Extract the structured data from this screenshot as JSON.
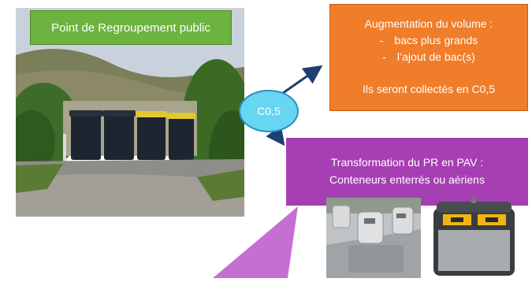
{
  "photo_label": "Point de Regroupement public",
  "hub_label": "C0,5",
  "option_volume": {
    "title": "Augmentation du volume :",
    "items": [
      "bacs plus grands",
      "l’ajout de bac(s)"
    ],
    "bullet": "-",
    "note": "Ils seront collectés en C0,5"
  },
  "option_pav": {
    "title": "Transformation du PR en PAV :",
    "subtitle": "Conteneurs enterrés ou aériens"
  },
  "colors": {
    "green": "#6db33f",
    "orange": "#f07d2a",
    "purple": "#a63fb3",
    "hub": "#66d6f2",
    "arrow": "#1f3f73"
  },
  "images": [
    "containers-photo",
    "buried-containers-photo",
    "aerial-container-render"
  ]
}
